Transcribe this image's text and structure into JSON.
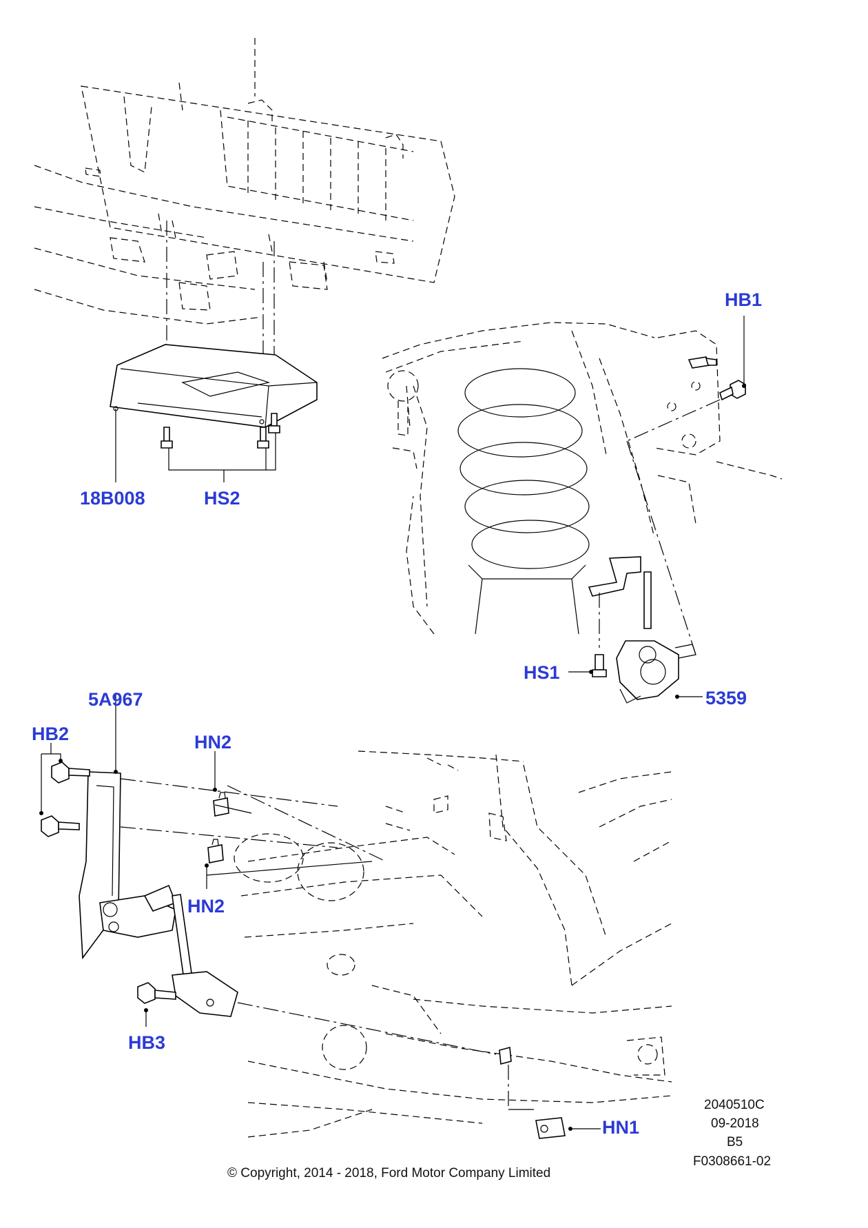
{
  "callouts": {
    "hb1": "HB1",
    "b18b008": "18B008",
    "hs2": "HS2",
    "hs1": "HS1",
    "p5359": "5359",
    "p5a967": "5A967",
    "hb2": "HB2",
    "hn2_top": "HN2",
    "hn2_bottom": "HN2",
    "hb3": "HB3",
    "hn1": "HN1"
  },
  "footer": {
    "illustration_code": "2040510C",
    "date": "09-2018",
    "variant": "B5",
    "figure_ref": "F0308661-02",
    "copyright": "© Copyright, 2014 - 2018, Ford Motor Company Limited"
  },
  "colors": {
    "callout": "#2b3bd6",
    "linework": "#000000",
    "background": "#ffffff"
  }
}
